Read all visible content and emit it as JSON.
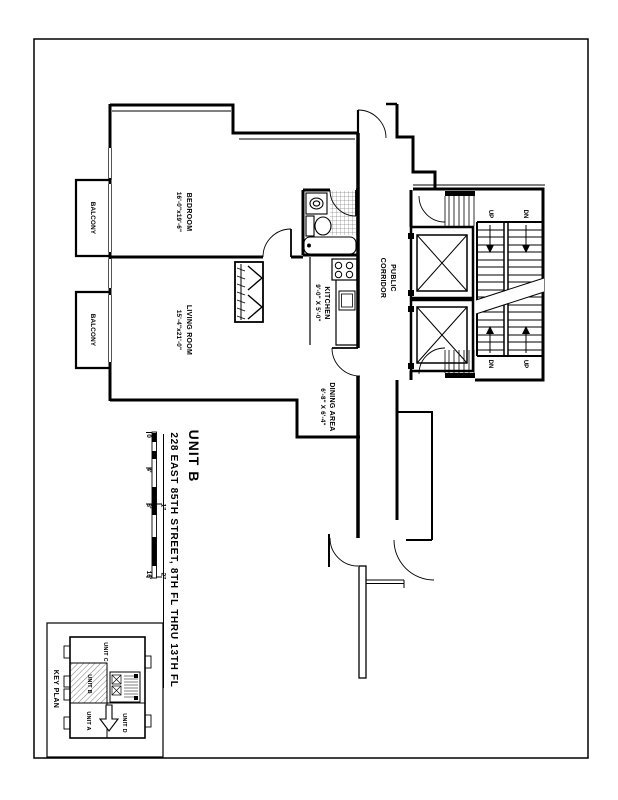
{
  "rooms": {
    "bedroom": {
      "name": "BEDROOM",
      "dims": "16'-0\"x19'-6\""
    },
    "living_room": {
      "name": "LIVING ROOM",
      "dims": "15'-4\"x21'-0\""
    },
    "kitchen": {
      "name": "KITCHEN",
      "dims": "9'-0\" X 5'-0\""
    },
    "dining": {
      "name": "DINING AREA",
      "dims": "6'-8\" X 6'-4\""
    },
    "corridor_line1": "PUBLIC",
    "corridor_line2": "CORRIDOR",
    "balcony_upper": "BALCONY",
    "balcony_lower": "BALCONY"
  },
  "stairs": {
    "top_left": "UP",
    "top_right": "DN",
    "bottom_left": "DN",
    "bottom_right": "UP"
  },
  "scale_bar": {
    "left_ticks": [
      "0",
      "4'",
      "8'",
      "16'"
    ],
    "right_ticks": [
      "1\"",
      "2\""
    ]
  },
  "title": {
    "unit": "UNIT B",
    "address": "228 EAST 85TH STREET, 8TH FL THRU 13TH FL"
  },
  "key_plan": {
    "title": "KEY PLAN",
    "unit_c": "UNIT C",
    "unit_b": "UNIT B",
    "unit_a": "UNIT A",
    "unit_d": "UNIT D"
  }
}
